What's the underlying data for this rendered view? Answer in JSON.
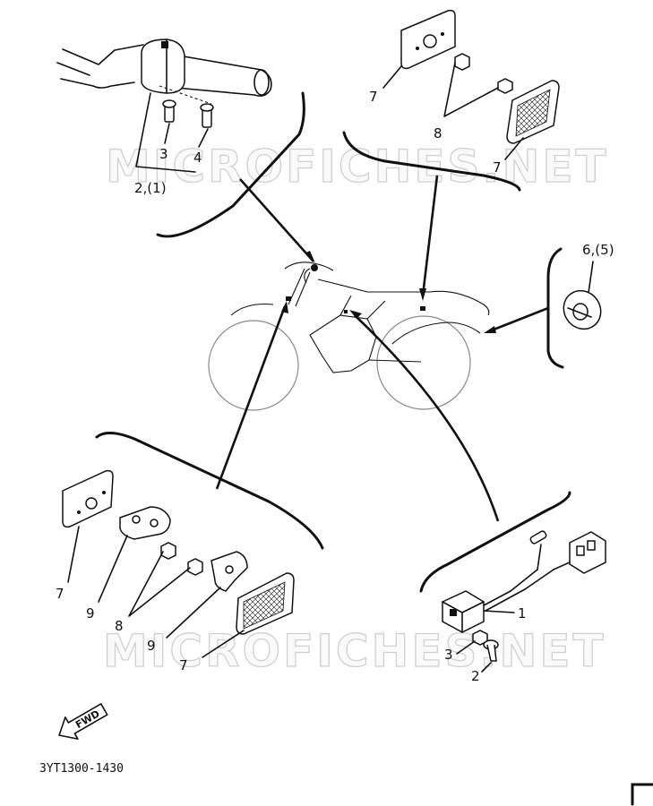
{
  "watermarks": [
    "MICROFICHES.NET",
    "MICROFICHES.NET"
  ],
  "diagram_code": "3YT1300-1430",
  "fwd_label": "FWD",
  "callouts": {
    "switch_group": "2,(1)",
    "screw_3_top": "3",
    "screw_4": "4",
    "reflector_7_top": "7",
    "nut_8_top": "8",
    "reflector_7_top_right": "7",
    "horn_group": "6,(5)",
    "reflector_7_left": "7",
    "bracket_9_left": "9",
    "nut_8_bottom": "8",
    "bracket_9_bottom": "9",
    "reflector_7_bottom": "7",
    "relay_1": "1",
    "screw_3_bottom": "3",
    "screw_2": "2"
  }
}
